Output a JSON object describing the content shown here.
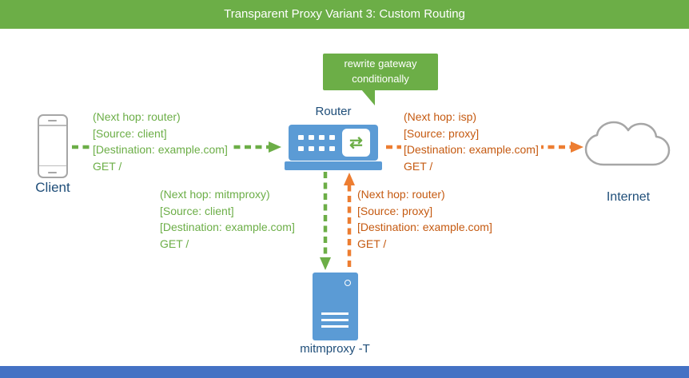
{
  "header": {
    "title": "Transparent Proxy Variant 3: Custom Routing"
  },
  "callout": {
    "text": "rewrite gateway conditionally"
  },
  "nodes": {
    "client": "Client",
    "router": "Router",
    "internet": "Internet",
    "mitmproxy": "mitmproxy -T"
  },
  "flows": {
    "client_to_router": [
      "(Next hop: router)",
      "[Source: client]",
      "[Destination: example.com]",
      "GET /"
    ],
    "router_to_internet": [
      "(Next hop: isp)",
      "[Source: proxy]",
      "[Destination: example.com]",
      "GET /"
    ],
    "router_to_mitmproxy": [
      "(Next hop: mitmproxy)",
      "[Source: client]",
      "[Destination: example.com]",
      "GET /"
    ],
    "mitmproxy_to_router": [
      "(Next hop: router)",
      "[Source: proxy]",
      "[Destination: example.com]",
      "GET /"
    ]
  },
  "icons": {
    "router_switch_glyph": "⇄"
  },
  "colors": {
    "green": "#6cae47",
    "orange_arrow": "#ed7d31",
    "orange_text": "#c55a11",
    "node_blue": "#5b9bd5",
    "label_blue": "#1f4e79",
    "footer_blue": "#4472c4",
    "icon_gray": "#a6a6a6"
  }
}
